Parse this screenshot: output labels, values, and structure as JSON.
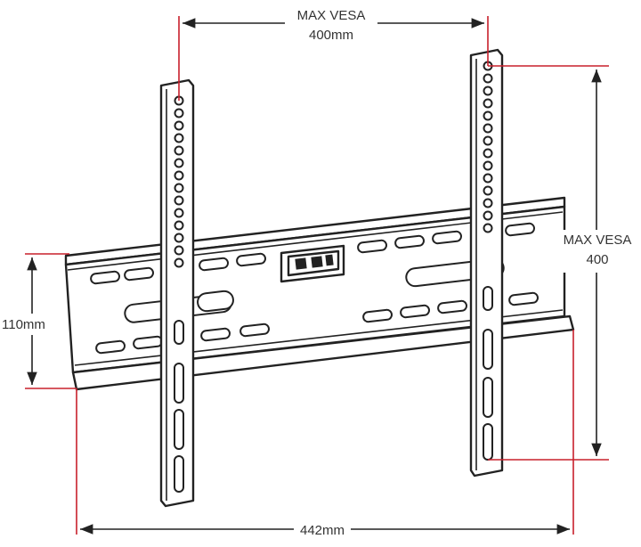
{
  "dimensions": {
    "max_vesa_horizontal": {
      "title": "MAX VESA",
      "value": "400mm"
    },
    "max_vesa_vertical": {
      "title": "MAX VESA",
      "value": "400"
    },
    "plate_height": {
      "value": "110mm"
    },
    "plate_width": {
      "value": "442mm"
    }
  },
  "colors": {
    "outline": "#222222",
    "dimension_line": "#222222",
    "extension_line": "#c8202c",
    "label_text": "#333333"
  }
}
